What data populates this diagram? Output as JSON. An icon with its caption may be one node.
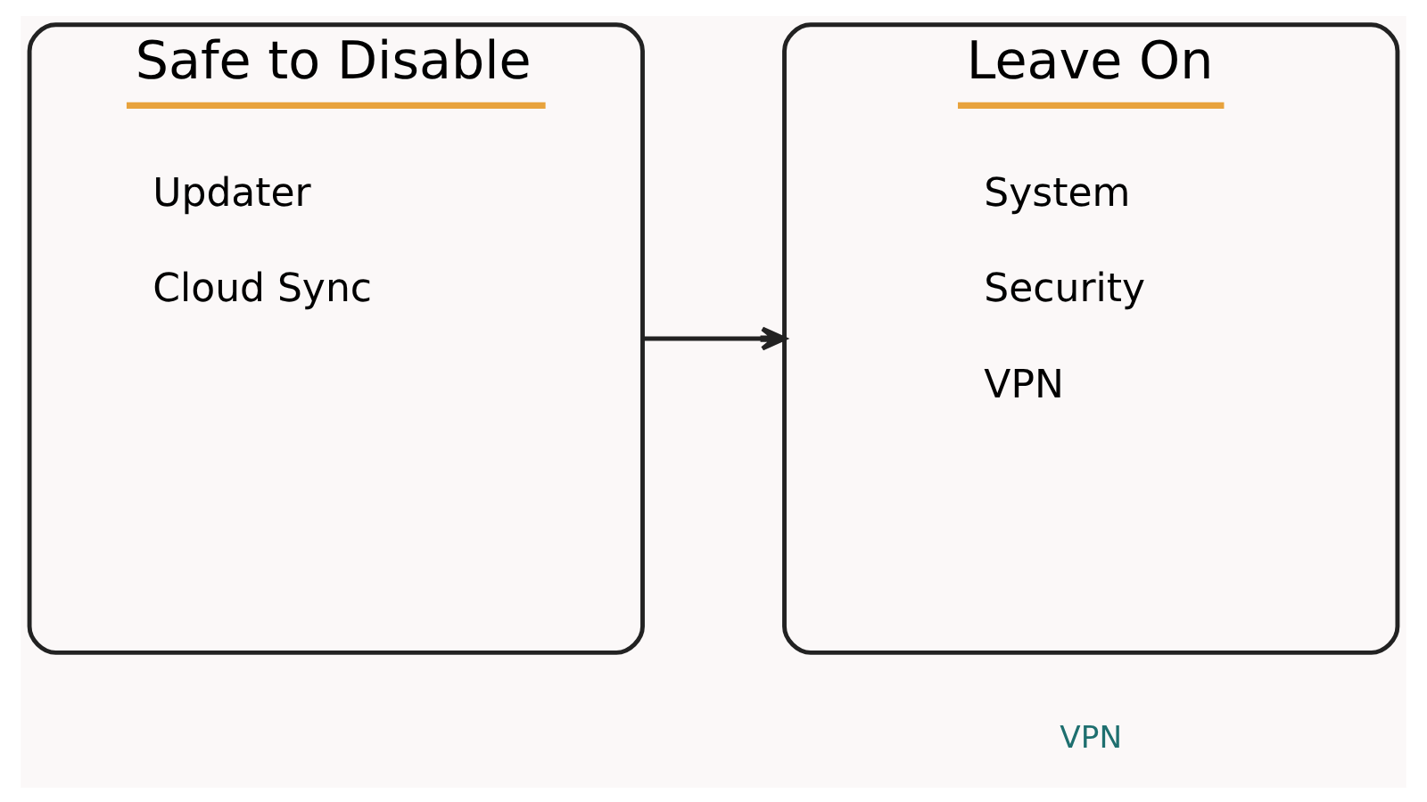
{
  "diagram": {
    "nodes": [
      {
        "text": [
          "Safe to Disable",
          "Updater",
          "Cloud Sync"
        ]
      },
      {
        "text": [
          "Leave On",
          "System",
          "Security",
          "VPN"
        ]
      }
    ],
    "edges": [
      {
        "from": 0,
        "to": 1,
        "arrow": "to"
      }
    ],
    "labels": [
      "VPN"
    ]
  }
}
